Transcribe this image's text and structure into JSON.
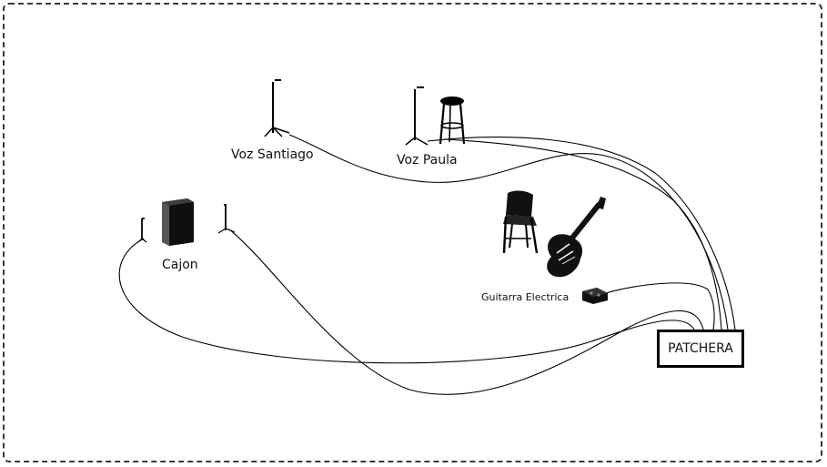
{
  "diagram": {
    "labels": {
      "voz_santiago": "Voz Santiago",
      "voz_paula": "Voz Paula",
      "cajon": "Cajon",
      "guitarra_electrica": "Guitarra Electrica",
      "patchera": "PATCHERA"
    },
    "icons": [
      "mic-stand-icon",
      "stool-icon",
      "cajon-box-icon",
      "folding-chair-icon",
      "electric-guitar-icon",
      "guitar-pedal-icon"
    ],
    "colors": {
      "frame": "#2f3a4a",
      "cable": "#000000"
    }
  }
}
